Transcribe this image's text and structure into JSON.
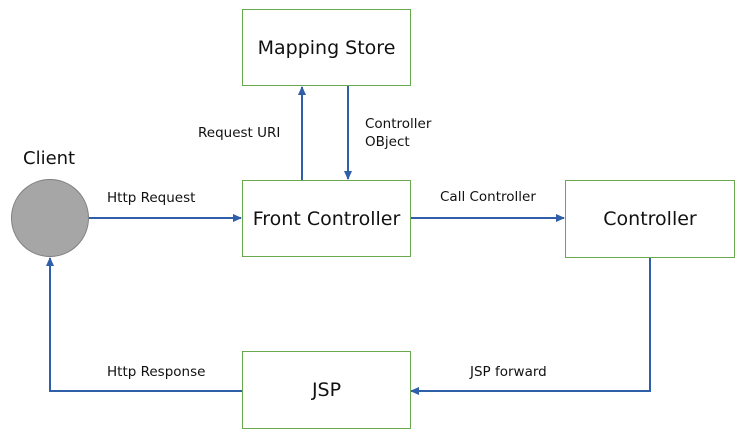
{
  "colors": {
    "box_border": "#6aa84f",
    "arrow": "#2e5fa8",
    "client_fill": "#a6a6a6"
  },
  "nodes": {
    "client": "Client",
    "mapping_store": "Mapping Store",
    "front_controller": "Front Controller",
    "controller": "Controller",
    "jsp": "JSP"
  },
  "edges": {
    "http_request": "Http Request",
    "request_uri": "Request URI",
    "controller_object_line1": "Controller",
    "controller_object_line2": "OBject",
    "call_controller": "Call Controller",
    "jsp_forward": "JSP forward",
    "http_response": "Http Response"
  }
}
